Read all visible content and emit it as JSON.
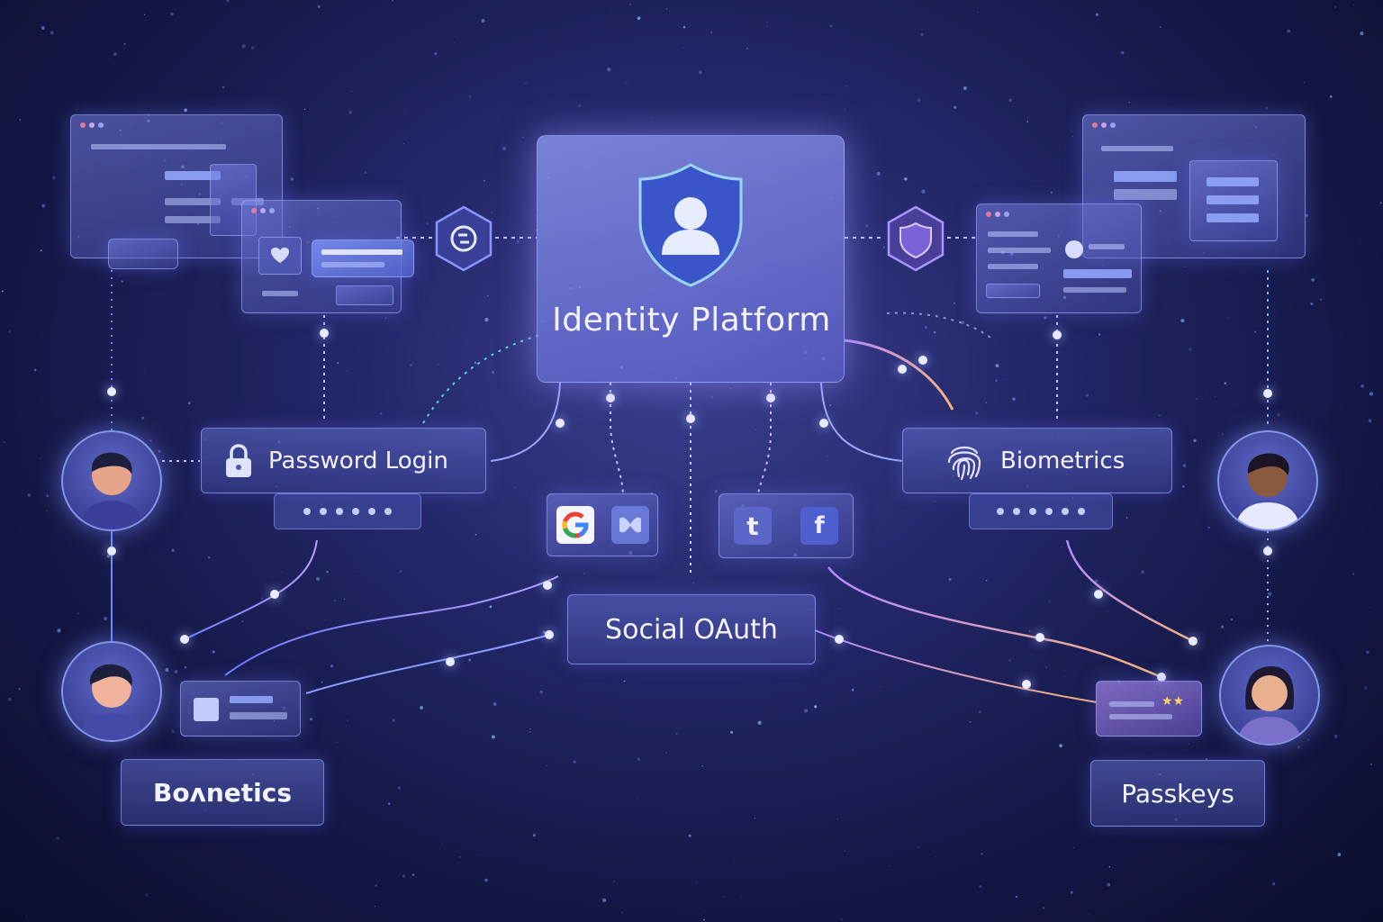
{
  "central": {
    "title": "Identity Platform",
    "icon": "user-shield-icon"
  },
  "methods": {
    "password": {
      "label": "Password Login",
      "icon": "lock-icon",
      "masked_dots": 6
    },
    "biometrics": {
      "label": "Biometrics",
      "icon": "fingerprint-icon",
      "masked_dots": 6
    },
    "social": {
      "label": "Social OAuth",
      "providers_left": [
        "google-icon",
        "puzzle-logo-icon"
      ],
      "providers_right": [
        "tumblr-icon",
        "facebook-icon"
      ]
    },
    "bottom_left": {
      "label": "Boʌnetics"
    },
    "passkeys": {
      "label": "Passkeys",
      "icon": "key-stars-icon"
    }
  },
  "provider_glyphs": {
    "tumblr": "t",
    "facebook": "f"
  },
  "colors": {
    "accent": "#8f9bff",
    "glow_orange": "#f4b27a",
    "panel_border": "#aab4ff"
  }
}
